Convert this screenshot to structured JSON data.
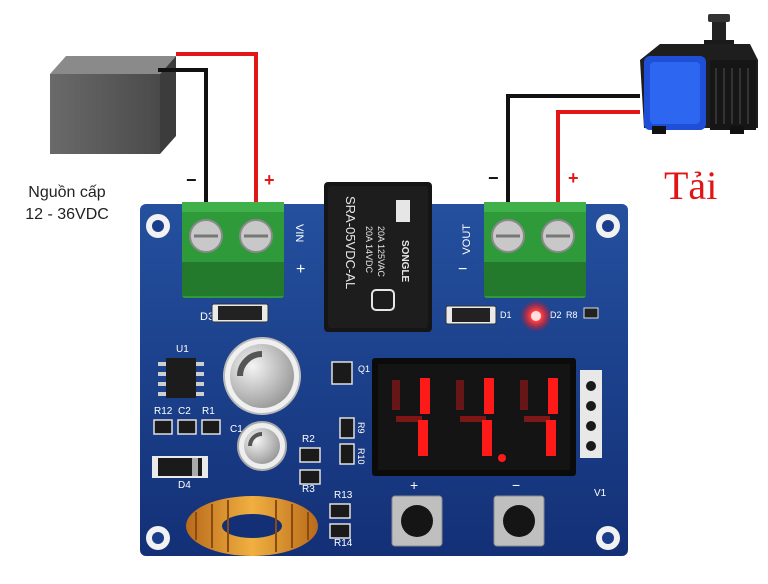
{
  "labels": {
    "source_line1": "Nguồn cấp",
    "source_line2": "12 - 36VDC",
    "load": "Tải",
    "minus": "−",
    "plus": "+"
  },
  "board": {
    "vin": "VIN",
    "vout": "VOUT",
    "relay": {
      "line1": "SRA-05VDC-AL",
      "line2": "20A 14VDC",
      "line3": "20A 125VAC",
      "brand": "SONGLE"
    },
    "display": [
      "1",
      "1.",
      "1"
    ],
    "refs": {
      "d3": "D3",
      "d1": "D1",
      "d2": "D2",
      "r8": "R8",
      "u1": "U1",
      "q1": "Q1",
      "r12": "R12",
      "c2": "C2",
      "r1": "R1",
      "c1": "C1",
      "r2": "R2",
      "r9": "R9",
      "r10": "R10",
      "d4": "D4",
      "r3": "R3",
      "r13": "R13",
      "r14": "R14",
      "v1": "V1",
      "plus": "+",
      "minus": "−"
    }
  },
  "colors": {
    "pcb": "#1a3d8c",
    "wire_red": "#e01818",
    "wire_black": "#111111",
    "terminal": "#2f9a3a",
    "segment": "#ff1a1a",
    "load_label": "#e01515"
  }
}
